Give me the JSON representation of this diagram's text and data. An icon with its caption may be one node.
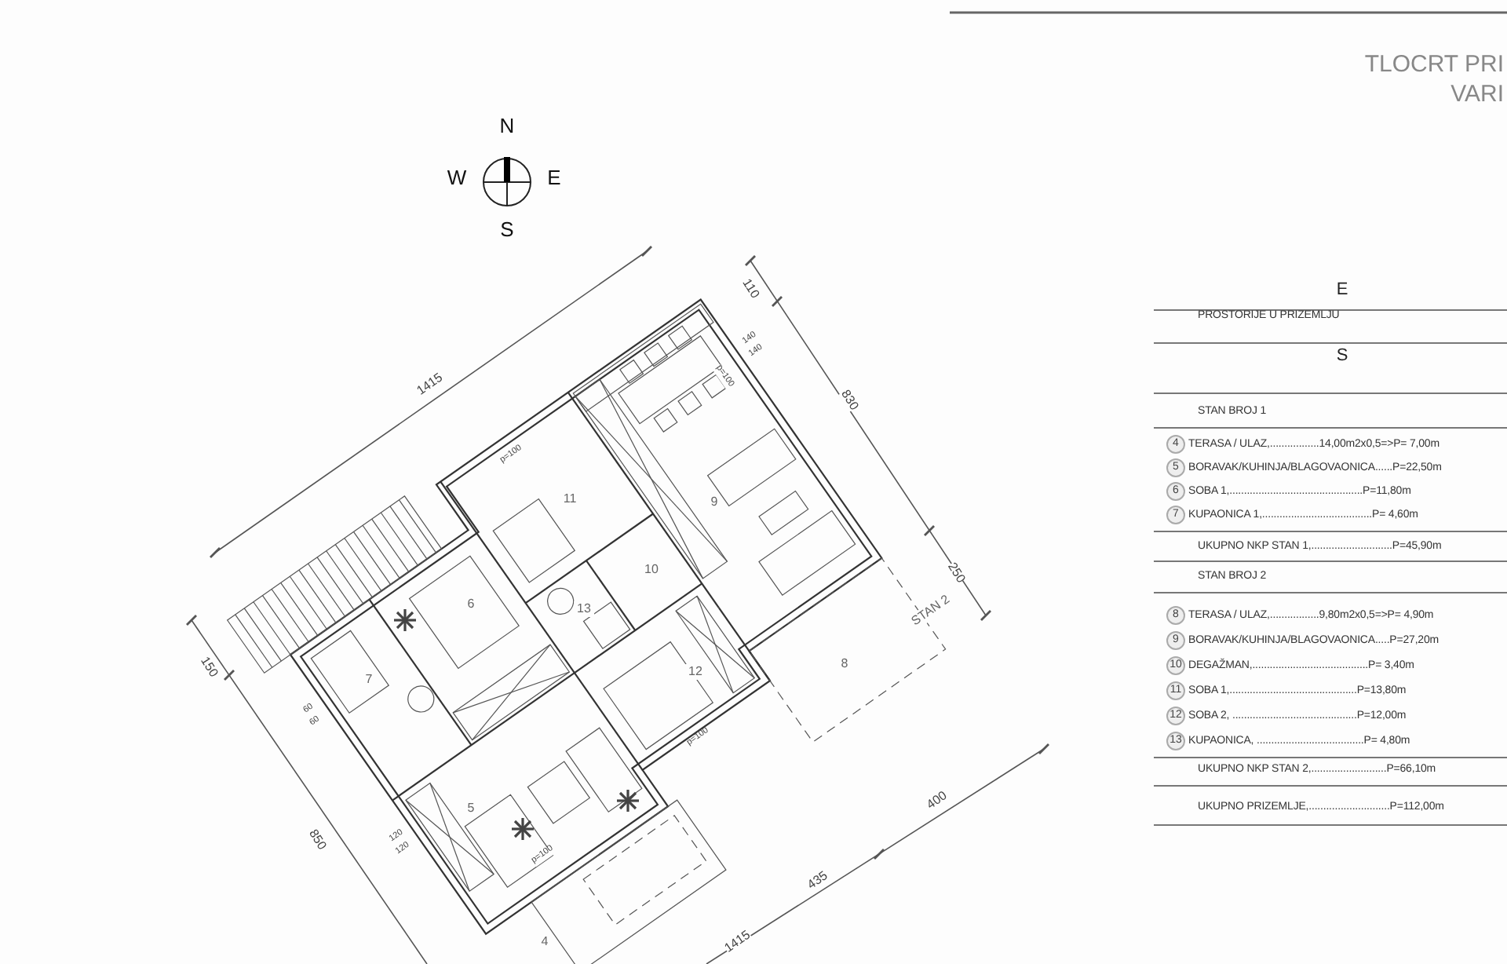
{
  "diagram": {
    "labels": [
      "N",
      "W",
      "E",
      "S",
      "TLOCRT PRI",
      "VARI",
      "1415",
      "110",
      "830",
      "250",
      "150",
      "850",
      "400",
      "435",
      "1415",
      "11",
      "9",
      "10",
      "6",
      "13",
      "7",
      "12",
      "5",
      "8",
      "STAN 2",
      "4",
      "140",
      "140",
      "p=100",
      "p=100",
      "p=100",
      "p=100",
      "120",
      "120",
      "60",
      "60",
      "E",
      "PROSTORIJE U PRIZEMLJU",
      "S",
      "STAN BROJ 1",
      "4",
      "TERASA / ULAZ,.................14,00m2x0,5=>P= 7,00m",
      "5",
      "BORAVAK/KUHINJA/BLAGOVAONICA......P=22,50m",
      "6",
      "SOBA 1,..............................................P=11,80m",
      "7",
      "KUPAONICA 1,......................................P= 4,60m",
      "UKUPNO NKP STAN 1,............................P=45,90m",
      "STAN BROJ 2",
      "8",
      "TERASA / ULAZ,.................9,80m2x0,5=>P= 4,90m",
      "9",
      "BORAVAK/KUHINJA/BLAGOVAONICA.....P=27,20m",
      "10",
      "DEGAŽMAN,........................................P= 3,40m",
      "11",
      "SOBA 1,............................................P=13,80m",
      "12",
      "SOBA 2, ...........................................P=12,00m",
      "13",
      "KUPAONICA, .....................................P= 4,80m",
      "UKUPNO NKP STAN 2,..........................P=66,10m",
      "UKUPNO PRIZEMLJE,............................P=112,00m"
    ]
  }
}
